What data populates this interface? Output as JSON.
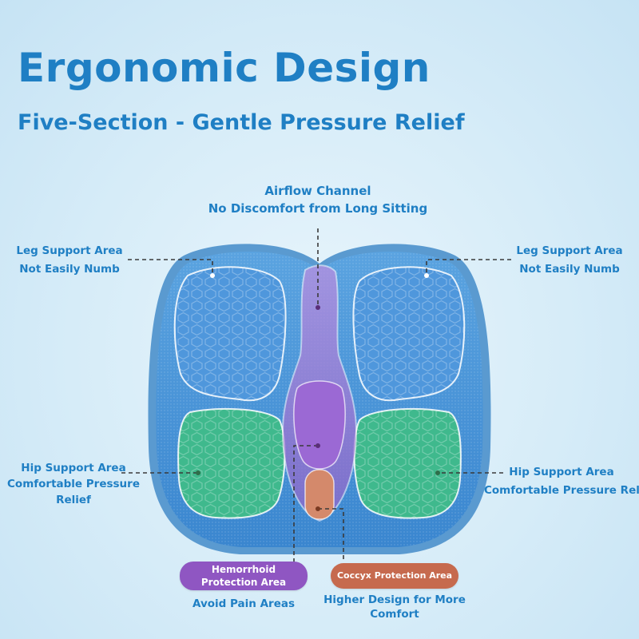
{
  "header": {
    "title": "Ergonomic Design",
    "subtitle": "Five-Section - Gentle Pressure Relief"
  },
  "callouts": {
    "airflow": {
      "title": "Airflow Channel",
      "desc": "No Discomfort from Long Sitting"
    },
    "leg_left": {
      "title": "Leg Support Area",
      "desc": "Not Easily Numb"
    },
    "leg_right": {
      "title": "Leg Support Area",
      "desc": "Not Easily Numb"
    },
    "hip_left": {
      "title": "Hip Support Area",
      "desc_line1": "Comfortable Pressure",
      "desc_line2": "Relief"
    },
    "hip_right": {
      "title": "Hip Support Area",
      "desc": "Comfortable Pressure Relief"
    },
    "hemorrhoid": {
      "badge_line1": "Hemorrhoid",
      "badge_line2": "Protection Area",
      "desc": "Avoid Pain Areas"
    },
    "coccyx": {
      "badge": "Coccyx Protection Area",
      "desc_line1": "Higher Design for More",
      "desc_line2": "Comfort"
    }
  },
  "colors": {
    "brand_blue": "#1f7fc4",
    "cushion_blue": "#3f8fd6",
    "hip_green": "#3dbb8e",
    "center_purple": "#a57bd6",
    "coccyx_orange": "#cf8a6e",
    "hemorrhoid_badge": "#8f56c2",
    "coccyx_badge": "#c66a4e"
  }
}
